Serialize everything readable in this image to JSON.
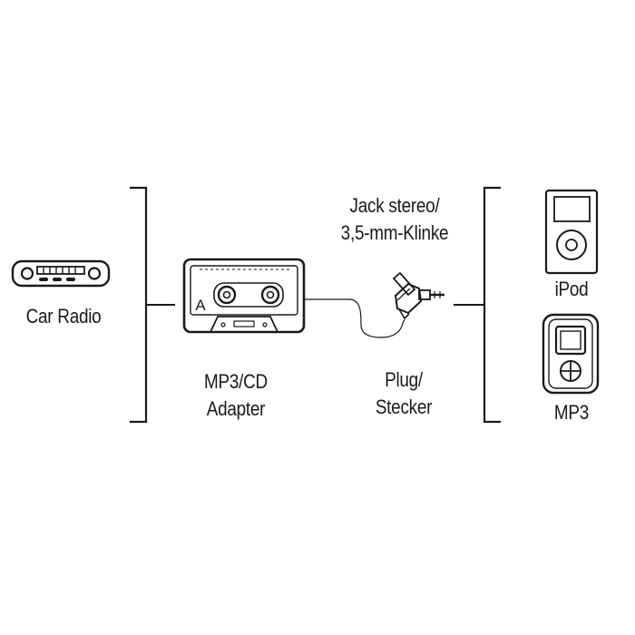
{
  "labels": {
    "car_radio": "Car Radio",
    "adapter_line1": "MP3/CD",
    "adapter_line2": "Adapter",
    "jack_line1": "Jack stereo/",
    "jack_line2": "3,5-mm-Klinke",
    "plug_line1": "Plug/",
    "plug_line2": "Stecker",
    "ipod": "iPod",
    "mp3": "MP3"
  },
  "cassette_side_letter": "A",
  "colors": {
    "ink": "#1a1a1a",
    "background": "#ffffff"
  },
  "icons": [
    "car-radio-icon",
    "cassette-adapter-icon",
    "jack-plug-icon",
    "ipod-icon",
    "mp3-player-icon"
  ]
}
